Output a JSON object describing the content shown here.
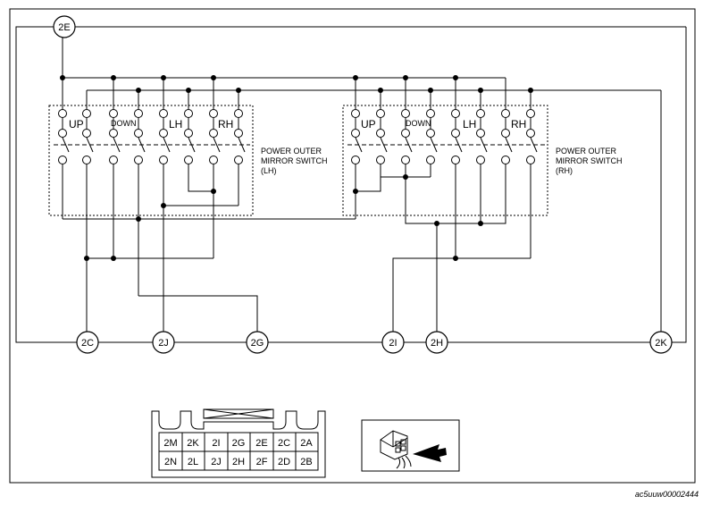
{
  "nodes": {
    "top": "2E",
    "bottom": [
      "2C",
      "2J",
      "2G",
      "2I",
      "2H",
      "2K"
    ]
  },
  "switches": {
    "lh": {
      "labels": [
        "UP",
        "DOWN",
        "LH",
        "RH"
      ],
      "caption": [
        "POWER OUTER",
        "MIRROR SWITCH",
        "(LH)"
      ]
    },
    "rh": {
      "labels": [
        "UP",
        "DOWN",
        "LH",
        "RH"
      ],
      "caption": [
        "POWER OUTER",
        "MIRROR SWITCH",
        "(RH)"
      ]
    }
  },
  "connector": {
    "row1": [
      "2M",
      "2K",
      "2I",
      "2G",
      "2E",
      "2C",
      "2A"
    ],
    "row2": [
      "2N",
      "2L",
      "2J",
      "2H",
      "2F",
      "2D",
      "2B"
    ]
  },
  "reference_code": "ac5uuw00002444"
}
